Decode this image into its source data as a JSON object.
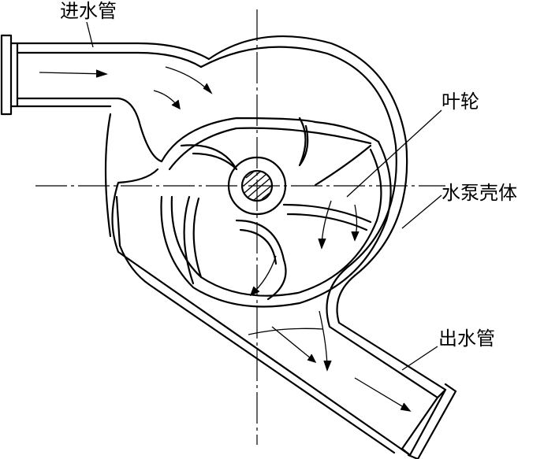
{
  "labels": {
    "inlet_pipe": "进水管",
    "impeller": "叶轮",
    "pump_casing": "水泵壳体",
    "outlet_pipe": "出水管"
  },
  "colors": {
    "line": "#000000",
    "background": "#ffffff"
  }
}
